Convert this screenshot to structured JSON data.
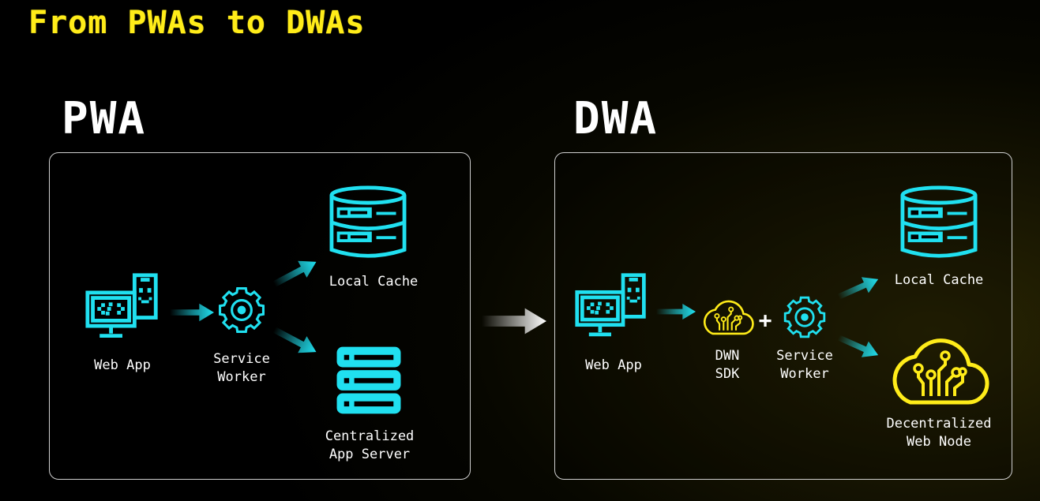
{
  "title": "From PWAs to DWAs",
  "pwa": {
    "heading": "PWA",
    "web_app": "Web App",
    "service_worker": "Service\nWorker",
    "local_cache": "Local Cache",
    "app_server": "Centralized\nApp Server"
  },
  "dwa": {
    "heading": "DWA",
    "web_app": "Web App",
    "dwn_sdk": "DWN\nSDK",
    "plus": "+",
    "service_worker": "Service\nWorker",
    "local_cache": "Local Cache",
    "web_node": "Decentralized\nWeb Node"
  },
  "colors": {
    "accent_cyan": "#20e0f0",
    "accent_yellow": "#ffec19",
    "text": "#ffffff",
    "border": "#cfcfcf"
  },
  "icons": [
    "web-app-icon",
    "service-worker-icon",
    "database-icon",
    "server-icon",
    "cloud-circuit-icon",
    "arrow-icon"
  ]
}
